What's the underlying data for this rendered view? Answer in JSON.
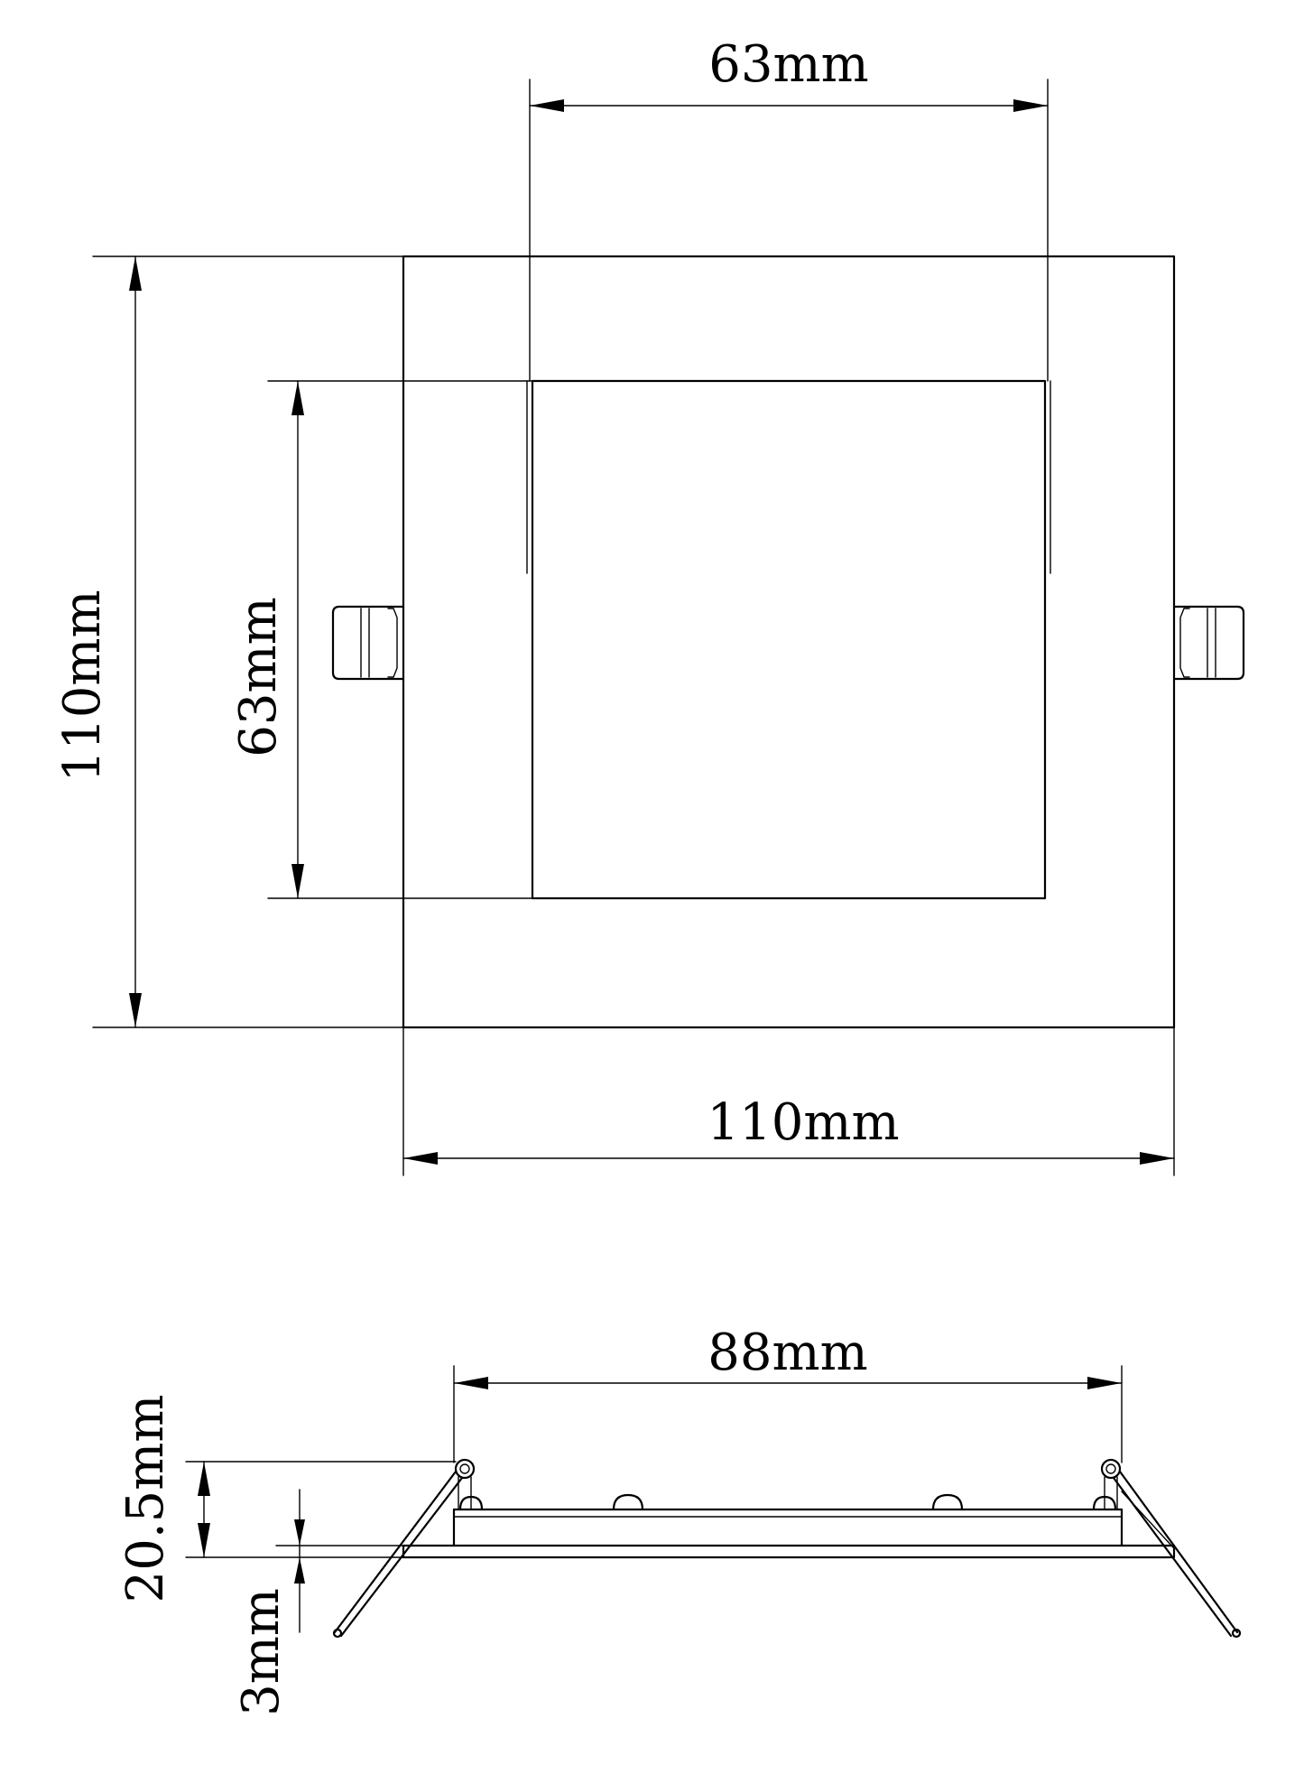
{
  "colors": {
    "line": "#000000",
    "background": "#ffffff"
  },
  "top_view": {
    "inner_width_label": "63mm",
    "inner_height_label": "63mm",
    "outer_height_label": "110mm",
    "outer_width_label": "110mm"
  },
  "side_view": {
    "cutout_width_label": "88mm",
    "height_label": "20.5mm",
    "flange_label": "3mm"
  }
}
